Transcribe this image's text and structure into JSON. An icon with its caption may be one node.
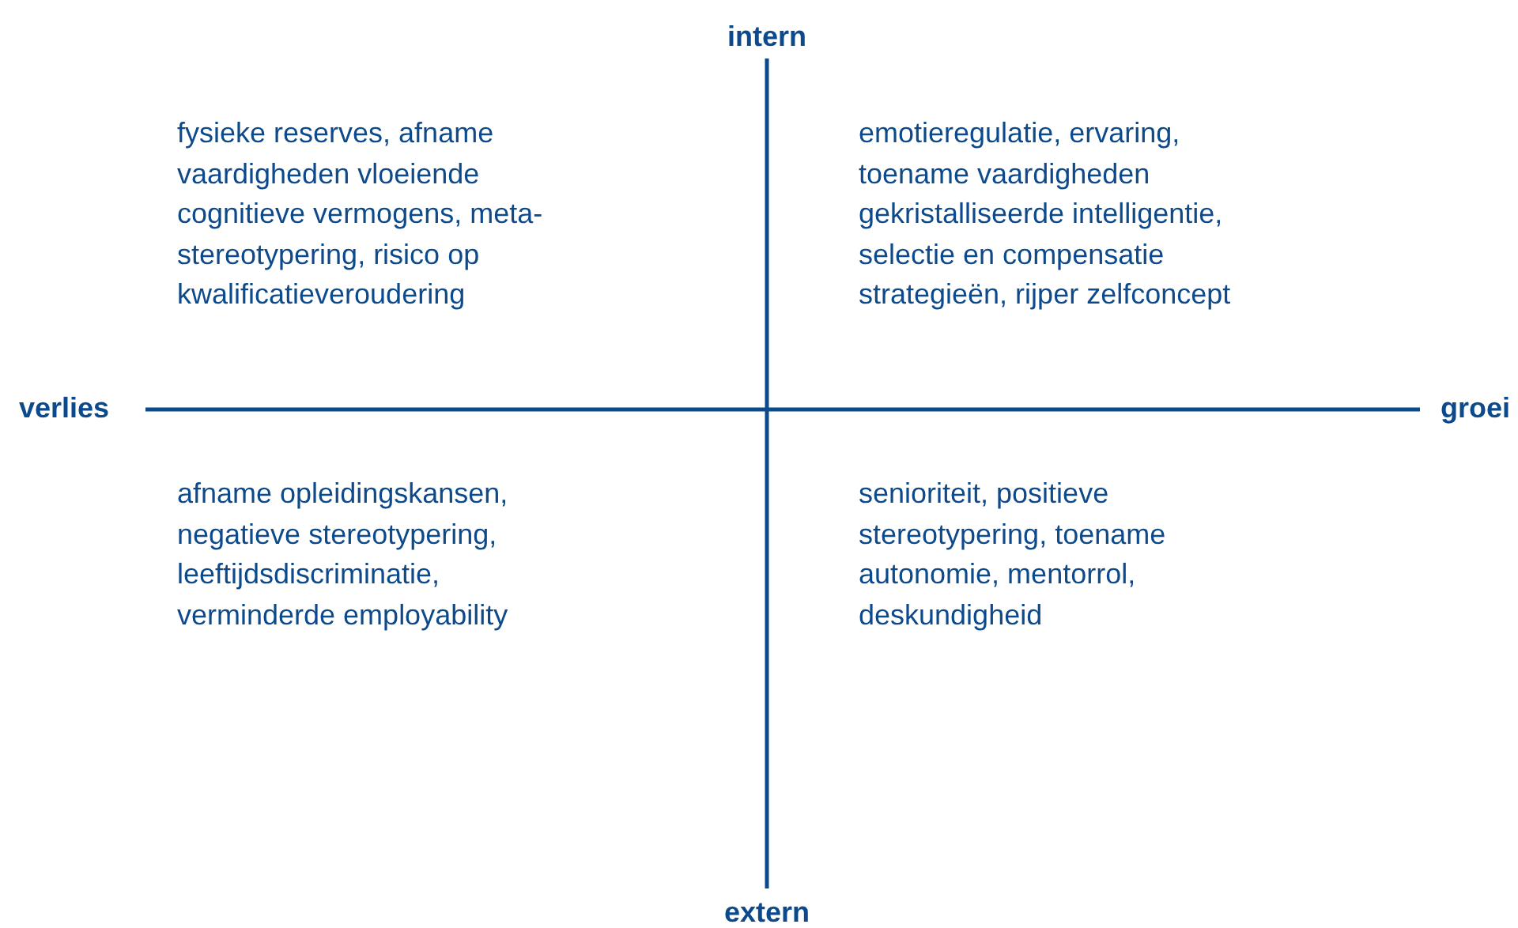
{
  "diagram": {
    "labels": [
      "intern",
      "fysieke reserves, afname vaardigheden vloeiende cognitieve vermogens, meta-stereotypering, risico op kwalificatieveroudering",
      "emotieregulatie, ervaring, toename vaardigheden gekristalliseerde intelligentie, selectie en compensatie strategieën, rijper zelfconcept",
      "verlies",
      "groei",
      "afname opleidingskansen, negatieve stereotypering, leeftijdsdiscriminatie, verminderde employability",
      "senioriteit, positieve stereotypering, toename autonomie, mentorrol, deskundigheid",
      "extern"
    ]
  }
}
